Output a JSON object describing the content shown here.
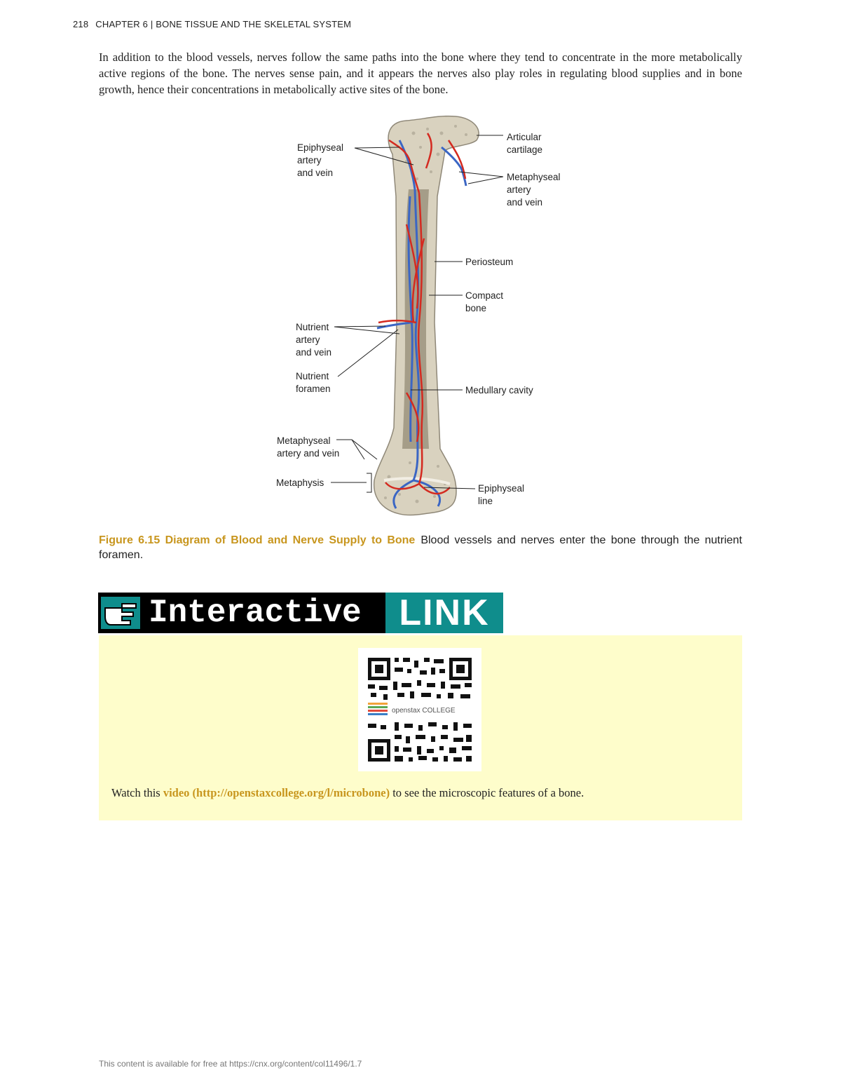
{
  "header": {
    "page_number": "218",
    "chapter": "CHAPTER 6 | BONE TISSUE AND THE SKELETAL SYSTEM"
  },
  "paragraph": "In addition to the blood vessels, nerves follow the same paths into the bone where they tend to concentrate in the more metabolically active regions of the bone. The nerves sense pain, and it appears the nerves also play roles in regulating blood supplies and in bone growth, hence their concentrations in metabolically active sites of the bone.",
  "figure": {
    "labels": {
      "epiphyseal_artery_l1": "Epiphyseal",
      "epiphyseal_artery_l2": "artery",
      "epiphyseal_artery_l3": "and vein",
      "articular_l1": "Articular",
      "articular_l2": "cartilage",
      "metaphyseal_top_l1": "Metaphyseal",
      "metaphyseal_top_l2": "artery",
      "metaphyseal_top_l3": "and vein",
      "periosteum": "Periosteum",
      "compact_l1": "Compact",
      "compact_l2": "bone",
      "nutrient_artery_l1": "Nutrient",
      "nutrient_artery_l2": "artery",
      "nutrient_artery_l3": "and vein",
      "nutrient_foramen_l1": "Nutrient",
      "nutrient_foramen_l2": "foramen",
      "medullary": "Medullary cavity",
      "metaphyseal_bottom_l1": "Metaphyseal",
      "metaphyseal_bottom_l2": "artery and vein",
      "metaphysis": "Metaphysis",
      "epiphyseal_line_l1": "Epiphyseal",
      "epiphyseal_line_l2": "line"
    },
    "colors": {
      "bone": "#d9d2bf",
      "marrow": "#a59d88",
      "artery": "#d42a20",
      "vein": "#3b66c4"
    }
  },
  "caption": {
    "title": "Figure 6.15 Diagram of Blood and Nerve Supply to Bone",
    "text": "Blood vessels and nerves enter the bone through the nutrient foramen."
  },
  "interactive_link": {
    "banner_word": "Interactive",
    "banner_link": "LINK",
    "hand_icon": "pointing-hand-icon",
    "qr_label": "openstax COLLEGE",
    "text_before": "Watch this ",
    "link_text": "video (http://openstaxcollege.org/l/microbone)",
    "text_after": " to see the microscopic features of a bone."
  },
  "footer": "This content is available for free at https://cnx.org/content/col11496/1.7"
}
